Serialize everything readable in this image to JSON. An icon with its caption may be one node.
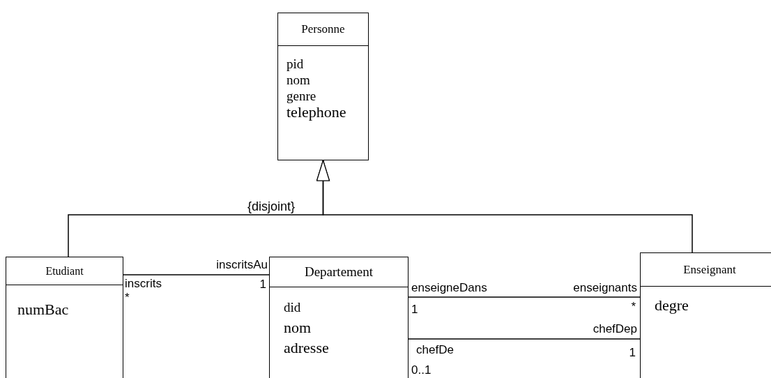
{
  "diagram": {
    "nodes": [
      {
        "text": [
          "Personne",
          "pid",
          "nom",
          "genre",
          "telephone"
        ]
      },
      {
        "text": [
          "Etudiant",
          "numBac"
        ]
      },
      {
        "text": [
          "Departement",
          "did",
          "nom",
          "adresse"
        ]
      },
      {
        "text": [
          "Enseignant",
          "degre"
        ]
      }
    ],
    "edges": [
      {
        "from": 1,
        "to": 0,
        "arrow": "to"
      },
      {
        "from": 3,
        "to": 0,
        "arrow": "to"
      },
      {
        "from": 1,
        "to": 2,
        "arrow": "none"
      },
      {
        "from": 2,
        "to": 3,
        "arrow": "none"
      },
      {
        "from": 2,
        "to": 3,
        "arrow": "none"
      }
    ],
    "labels": [
      "{disjoint}",
      "inscritsAu",
      "inscrits",
      "1",
      "*",
      "enseigneDans",
      "enseignants",
      "1",
      "*",
      "chefDep",
      "chefDe",
      "1",
      "0..1"
    ]
  }
}
